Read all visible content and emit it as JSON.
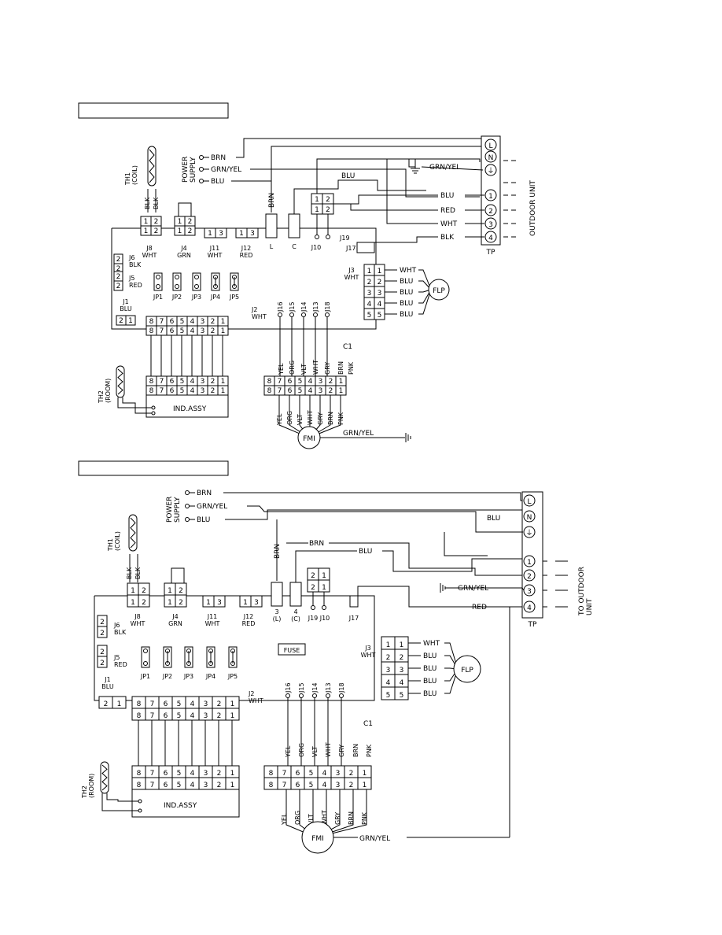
{
  "section_labels": [
    "",
    ""
  ],
  "top": {
    "power_supply": "POWER\nSUPPLY",
    "power_wires": [
      "BRN",
      "GRN/YEL",
      "BLU"
    ],
    "th1": "TH1\n(COIL)",
    "th2": "TH2\n(ROOM)",
    "blk": "BLK",
    "brn": "BRN",
    "connectors": {
      "j8": "J8\nWHT",
      "j4": "J4\nGRN",
      "j11": "J11\nWHT",
      "j12": "J12\nRED",
      "l": "L",
      "c": "C",
      "j10": "J10",
      "j19": "J19",
      "j17": "J17",
      "j6": "J6\nBLK",
      "j5": "J5\nRED",
      "j1": "J1\nBLU",
      "j2": "J2\nWHT",
      "j3": "J3\nWHT"
    },
    "jumpers": [
      "JP1",
      "JP2",
      "JP3",
      "JP4",
      "JP5"
    ],
    "terminal_wires": [
      "BLU",
      "RED",
      "WHT",
      "BLK"
    ],
    "tp_ground_wire": "GRN/YEL",
    "blu_jumper": "BLU",
    "tp": "TP",
    "outdoor_unit": "OUTDOOR UNIT",
    "flp": "FLP",
    "flp_wires": [
      "WHT",
      "BLU",
      "BLU",
      "BLU",
      "BLU"
    ],
    "fmi": "FMI",
    "fmi_ground": "GRN/YEL",
    "ind_assy": "IND.ASSY",
    "c1": "C1",
    "motor_leads": [
      "J16",
      "J15",
      "J14",
      "J13",
      "J18"
    ],
    "motor_colors": [
      "YEL",
      "ORG",
      "VLT",
      "WHT",
      "GRY",
      "BRN",
      "PNK"
    ]
  },
  "bottom": {
    "power_supply": "POWER\nSUPPLY",
    "power_wires": [
      "BRN",
      "GRN/YEL",
      "BLU"
    ],
    "th1": "TH1\n(COIL)",
    "th2": "TH2\n(ROOM)",
    "blk": "BLK",
    "brn": "BRN",
    "brn_label": "BRN",
    "blu_label": "BLU",
    "blu_tp": "BLU",
    "grn_yel": "GRN/YEL",
    "red": "RED",
    "connectors": {
      "j8": "J8\nWHT",
      "j4": "J4\nGRN",
      "j11": "J11\nWHT",
      "j12": "J12\nRED",
      "l": "3\n(L)",
      "c": "4\n(C)",
      "j19": "J19",
      "j10": "J10",
      "j17": "J17",
      "j6": "J6\nBLK",
      "j5": "J5\nRED",
      "j1": "J1\nBLU",
      "j2": "J2\nWHT",
      "j3": "J3\nWHT"
    },
    "fuse": "FUSE",
    "jumpers": [
      "JP1",
      "JP2",
      "JP3",
      "JP4",
      "JP5"
    ],
    "tp": "TP",
    "outdoor_unit": "TO OUTDOOR\nUNIT",
    "flp": "FLP",
    "flp_wires": [
      "WHT",
      "BLU",
      "BLU",
      "BLU",
      "BLU"
    ],
    "fmi": "FMI",
    "fmi_ground": "GRN/YEL",
    "ind_assy": "IND.ASSY",
    "c1": "C1",
    "motor_leads": [
      "J16",
      "J15",
      "J14",
      "J13",
      "J18"
    ],
    "motor_colors": [
      "YEL",
      "ORG",
      "VLT",
      "WHT",
      "GRY",
      "BRN",
      "PNK"
    ]
  }
}
